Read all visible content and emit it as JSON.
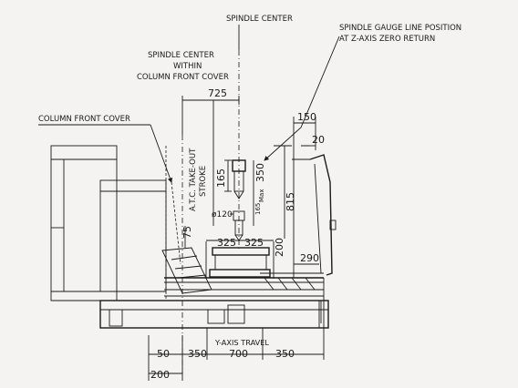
{
  "labels": {
    "spindle_center_top": "SPINDLE CENTER",
    "spindle_gauge_line_1": "SPINDLE GAUGE LINE POSITION",
    "spindle_gauge_line_2": "AT Z-AXIS ZERO RETURN",
    "spindle_center_within_1": "SPINDLE CENTER",
    "spindle_center_within_2": "WITHIN",
    "spindle_center_within_3": "COLUMN FRONT COVER",
    "column_front_cover": "COLUMN FRONT COVER",
    "atc_takeout_1": "A.T.C. TAKE-OUT",
    "atc_takeout_2": "STROKE",
    "y_axis_travel": "Y-AXIS TRAVEL",
    "max_label": "Max"
  },
  "dimensions": {
    "d725": "725",
    "d150": "150",
    "d20": "20",
    "d165": "165",
    "d350_max": "350",
    "d165_small": "165",
    "d120": "ø120",
    "d815": "815",
    "d75": "75",
    "d325_left": "325",
    "d325_right": "325",
    "d200_right": "200",
    "d290": "290",
    "b50": "50",
    "b350_left": "350",
    "b700": "700",
    "b350_right": "350",
    "b200": "200"
  }
}
